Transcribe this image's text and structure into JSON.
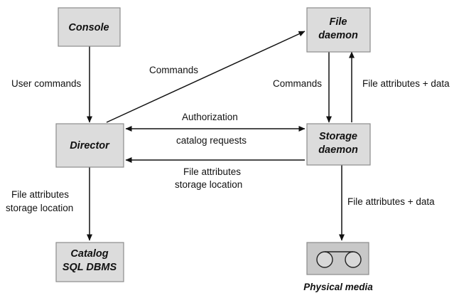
{
  "nodes": {
    "console": "Console",
    "file_daemon": [
      "File",
      "daemon"
    ],
    "director": "Director",
    "storage_daemon": [
      "Storage",
      "daemon"
    ],
    "catalog": [
      "Catalog",
      "SQL DBMS"
    ],
    "physical_media": "Physical media"
  },
  "edges": {
    "console_to_director": "User commands",
    "director_to_file_daemon": "Commands",
    "file_daemon_down": "Commands",
    "storage_daemon_up": "File attributes + data",
    "director_storage_bidirectional": [
      "Authorization",
      "catalog requests"
    ],
    "storage_to_director": [
      "File attributes",
      "storage location"
    ],
    "director_to_catalog": [
      "File attributes",
      "storage location"
    ],
    "storage_to_media": "File attributes + data"
  },
  "icons": {
    "physical_media": "tape-media-icon"
  }
}
